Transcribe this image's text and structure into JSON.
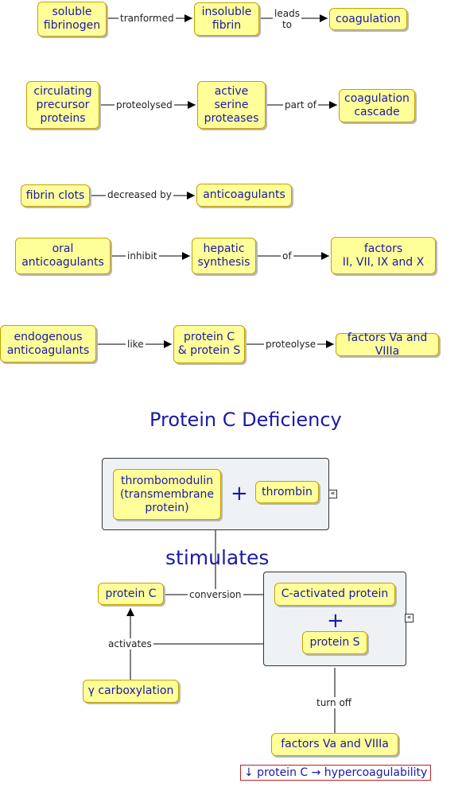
{
  "colors": {
    "node_fill": "#ffff99",
    "node_border": "#c8a000",
    "node_text": "#1a1aa6",
    "group_fill": "#eef2f5"
  },
  "rows": [
    {
      "nodes": [
        "soluble\nfibrinogen",
        "insoluble\nfibrin",
        "coagulation"
      ],
      "links": [
        "tranformed",
        "leads\nto"
      ]
    },
    {
      "nodes": [
        "circulating\nprecursor\nproteins",
        "active\nserine\nproteases",
        "coagulation\ncascade"
      ],
      "links": [
        "proteolysed",
        "part of"
      ]
    },
    {
      "nodes": [
        "fibrin clots",
        "anticoagulants"
      ],
      "links": [
        "decreased by"
      ]
    },
    {
      "nodes": [
        "oral\nanticoagulants",
        "hepatic\nsynthesis",
        "factors\nII, VII, IX and X"
      ],
      "links": [
        "inhibit",
        "of"
      ]
    },
    {
      "nodes": [
        "endogenous\nanticoagulants",
        "protein C\n& protein S",
        "factors Va and VIIIa"
      ],
      "links": [
        "like",
        "proteolyse"
      ]
    }
  ],
  "section_title": "Protein C Deficiency",
  "group1": {
    "left": "thrombomodulin\n(transmembrane\nprotein)",
    "plus": "+",
    "right": "thrombin",
    "collapse_icon": "«"
  },
  "stimulates": "stimulates",
  "protein_c": "protein C",
  "conversion": "conversion",
  "group2": {
    "top": "C-activated protein",
    "plus": "+",
    "bottom": "protein S",
    "collapse_icon": "«"
  },
  "activates": "activates",
  "gamma": "γ carboxylation",
  "turn_off": "turn off",
  "factors_bottom": "factors Va and VIIIa",
  "note": "↓ protein C → hypercoagulability"
}
